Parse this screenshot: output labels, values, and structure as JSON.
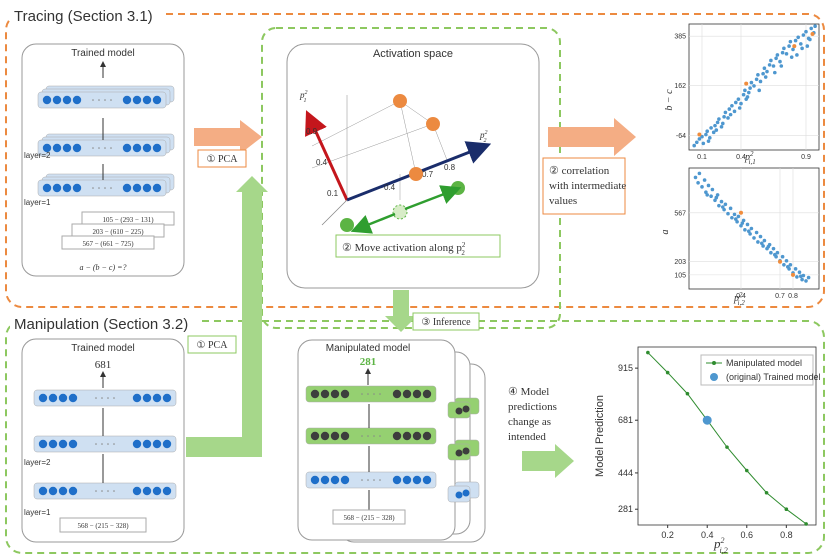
{
  "colors": {
    "orange": "#ec8a40",
    "green": "#8dc860",
    "dark_green": "#2f9e2f",
    "blue_dot": "#1f6fc9",
    "scatter_blue": "#4e97cf",
    "scatter_orange": "#f08c3c",
    "layer_blue": "#cfe0f2",
    "layer_green": "#95d071",
    "axis_red": "#c4161c",
    "axis_navy": "#1a2d6b"
  },
  "tracing": {
    "title": "Tracing (Section 3.1)",
    "trained_model_title": "Trained model",
    "layer2_label": "layer=2",
    "layer1_label": "layer=1",
    "inputs": [
      "105 − (293 − 131)",
      "203 − (610 − 225)",
      "567 − (661 − 725)"
    ],
    "formula": "a − (b − c) =?",
    "pca_label": "① PCA",
    "activation_space_title": "Activation space",
    "axis_p1": "p",
    "axis_p2": "p",
    "ticks": {
      "t09": "0.9",
      "t04a": "0.4",
      "t01": "0.1",
      "t04b": "0.4",
      "t07": "0.7",
      "t08": "0.8"
    },
    "move_label": "② Move activation along p",
    "correlation_label": [
      "② correlation",
      "with intermediate",
      "values"
    ]
  },
  "manipulation": {
    "title": "Manipulation (Section 3.2)",
    "trained_model_title": "Trained model",
    "trained_output": "681",
    "layer2_label": "layer=2",
    "layer1_label": "layer=1",
    "input": "568 − (215 − 328)",
    "pca_label": "① PCA",
    "inference_label": "③ Inference",
    "manipulated_model_title": "Manipulated model",
    "manipulated_output": "281",
    "manip_input": "568 − (215 − 328)",
    "predictions_label": [
      "④ Model",
      "predictions",
      "change as",
      "intended"
    ]
  },
  "chart_data": [
    {
      "type": "scatter",
      "ylabel": "b − c",
      "xlabel": "p",
      "xticks": [
        0.1,
        0.4,
        0.9
      ],
      "yticks": [
        385,
        162,
        -64
      ],
      "xlim": [
        0.0,
        1.0
      ],
      "ylim": [
        -130,
        440
      ],
      "points_blue": [
        [
          0.04,
          -110
        ],
        [
          0.06,
          -95
        ],
        [
          0.08,
          -80
        ],
        [
          0.1,
          -70
        ],
        [
          0.11,
          -100
        ],
        [
          0.13,
          -60
        ],
        [
          0.14,
          -45
        ],
        [
          0.16,
          -75
        ],
        [
          0.17,
          -30
        ],
        [
          0.19,
          -50
        ],
        [
          0.2,
          -20
        ],
        [
          0.22,
          -5
        ],
        [
          0.23,
          10
        ],
        [
          0.25,
          -25
        ],
        [
          0.27,
          20
        ],
        [
          0.28,
          40
        ],
        [
          0.3,
          15
        ],
        [
          0.31,
          55
        ],
        [
          0.33,
          70
        ],
        [
          0.35,
          45
        ],
        [
          0.36,
          85
        ],
        [
          0.38,
          100
        ],
        [
          0.4,
          80
        ],
        [
          0.42,
          120
        ],
        [
          0.43,
          140
        ],
        [
          0.45,
          110
        ],
        [
          0.47,
          150
        ],
        [
          0.48,
          175
        ],
        [
          0.5,
          160
        ],
        [
          0.52,
          190
        ],
        [
          0.53,
          210
        ],
        [
          0.55,
          180
        ],
        [
          0.57,
          215
        ],
        [
          0.58,
          240
        ],
        [
          0.6,
          225
        ],
        [
          0.62,
          255
        ],
        [
          0.63,
          275
        ],
        [
          0.65,
          250
        ],
        [
          0.67,
          285
        ],
        [
          0.68,
          300
        ],
        [
          0.7,
          270
        ],
        [
          0.72,
          310
        ],
        [
          0.73,
          330
        ],
        [
          0.75,
          305
        ],
        [
          0.77,
          340
        ],
        [
          0.78,
          360
        ],
        [
          0.8,
          325
        ],
        [
          0.82,
          365
        ],
        [
          0.84,
          380
        ],
        [
          0.86,
          350
        ],
        [
          0.88,
          390
        ],
        [
          0.9,
          405
        ],
        [
          0.92,
          375
        ],
        [
          0.94,
          420
        ],
        [
          0.96,
          400
        ],
        [
          0.97,
          430
        ],
        [
          0.91,
          340
        ],
        [
          0.83,
          300
        ],
        [
          0.66,
          220
        ],
        [
          0.54,
          140
        ],
        [
          0.44,
          100
        ],
        [
          0.32,
          30
        ],
        [
          0.21,
          -40
        ],
        [
          0.15,
          -90
        ],
        [
          0.26,
          -10
        ],
        [
          0.39,
          60
        ],
        [
          0.46,
          130
        ],
        [
          0.59,
          200
        ],
        [
          0.71,
          250
        ],
        [
          0.79,
          290
        ],
        [
          0.87,
          330
        ],
        [
          0.93,
          370
        ]
      ],
      "points_orange": [
        [
          0.08,
          -60
        ],
        [
          0.44,
          170
        ],
        [
          0.81,
          340
        ],
        [
          0.95,
          395
        ]
      ]
    },
    {
      "type": "scatter",
      "ylabel": "a",
      "xlabel": "p",
      "xticks": [
        0.4,
        0.7,
        0.8
      ],
      "yticks": [
        567,
        203,
        105
      ],
      "xlim": [
        0.0,
        1.0
      ],
      "ylim": [
        0,
        900
      ],
      "points_blue": [
        [
          0.05,
          830
        ],
        [
          0.07,
          790
        ],
        [
          0.08,
          860
        ],
        [
          0.1,
          760
        ],
        [
          0.12,
          810
        ],
        [
          0.13,
          720
        ],
        [
          0.15,
          770
        ],
        [
          0.17,
          690
        ],
        [
          0.18,
          740
        ],
        [
          0.2,
          660
        ],
        [
          0.22,
          700
        ],
        [
          0.23,
          620
        ],
        [
          0.25,
          650
        ],
        [
          0.27,
          590
        ],
        [
          0.28,
          630
        ],
        [
          0.3,
          560
        ],
        [
          0.32,
          600
        ],
        [
          0.33,
          530
        ],
        [
          0.35,
          555
        ],
        [
          0.37,
          500
        ],
        [
          0.38,
          540
        ],
        [
          0.4,
          470
        ],
        [
          0.42,
          510
        ],
        [
          0.43,
          440
        ],
        [
          0.45,
          480
        ],
        [
          0.47,
          410
        ],
        [
          0.48,
          450
        ],
        [
          0.5,
          380
        ],
        [
          0.52,
          420
        ],
        [
          0.53,
          350
        ],
        [
          0.55,
          390
        ],
        [
          0.57,
          320
        ],
        [
          0.58,
          360
        ],
        [
          0.6,
          300
        ],
        [
          0.62,
          330
        ],
        [
          0.63,
          270
        ],
        [
          0.65,
          300
        ],
        [
          0.67,
          240
        ],
        [
          0.68,
          270
        ],
        [
          0.7,
          210
        ],
        [
          0.72,
          240
        ],
        [
          0.73,
          180
        ],
        [
          0.75,
          210
        ],
        [
          0.77,
          150
        ],
        [
          0.78,
          180
        ],
        [
          0.8,
          120
        ],
        [
          0.82,
          150
        ],
        [
          0.83,
          90
        ],
        [
          0.85,
          125
        ],
        [
          0.87,
          70
        ],
        [
          0.88,
          100
        ],
        [
          0.9,
          60
        ],
        [
          0.92,
          85
        ],
        [
          0.14,
          700
        ],
        [
          0.26,
          610
        ],
        [
          0.36,
          520
        ],
        [
          0.46,
          430
        ],
        [
          0.56,
          340
        ],
        [
          0.66,
          255
        ],
        [
          0.76,
          165
        ],
        [
          0.86,
          95
        ],
        [
          0.21,
          680
        ],
        [
          0.41,
          490
        ],
        [
          0.61,
          315
        ]
      ],
      "points_orange": [
        [
          0.4,
          567
        ],
        [
          0.7,
          203
        ],
        [
          0.8,
          105
        ]
      ]
    },
    {
      "type": "line",
      "ylabel": "Model Prediction",
      "xlabel": "p",
      "xticks": [
        0.2,
        0.4,
        0.6,
        0.8
      ],
      "yticks": [
        281,
        444,
        681,
        915
      ],
      "xlim": [
        0.05,
        0.95
      ],
      "ylim": [
        210,
        1010
      ],
      "series": [
        {
          "name": "Manipulated model",
          "x": [
            0.1,
            0.2,
            0.3,
            0.4,
            0.5,
            0.6,
            0.7,
            0.8,
            0.9
          ],
          "y": [
            985,
            895,
            800,
            681,
            560,
            455,
            355,
            281,
            215
          ]
        },
        {
          "name": "(original) Trained model",
          "x": [
            0.4
          ],
          "y": [
            681
          ]
        }
      ]
    }
  ]
}
